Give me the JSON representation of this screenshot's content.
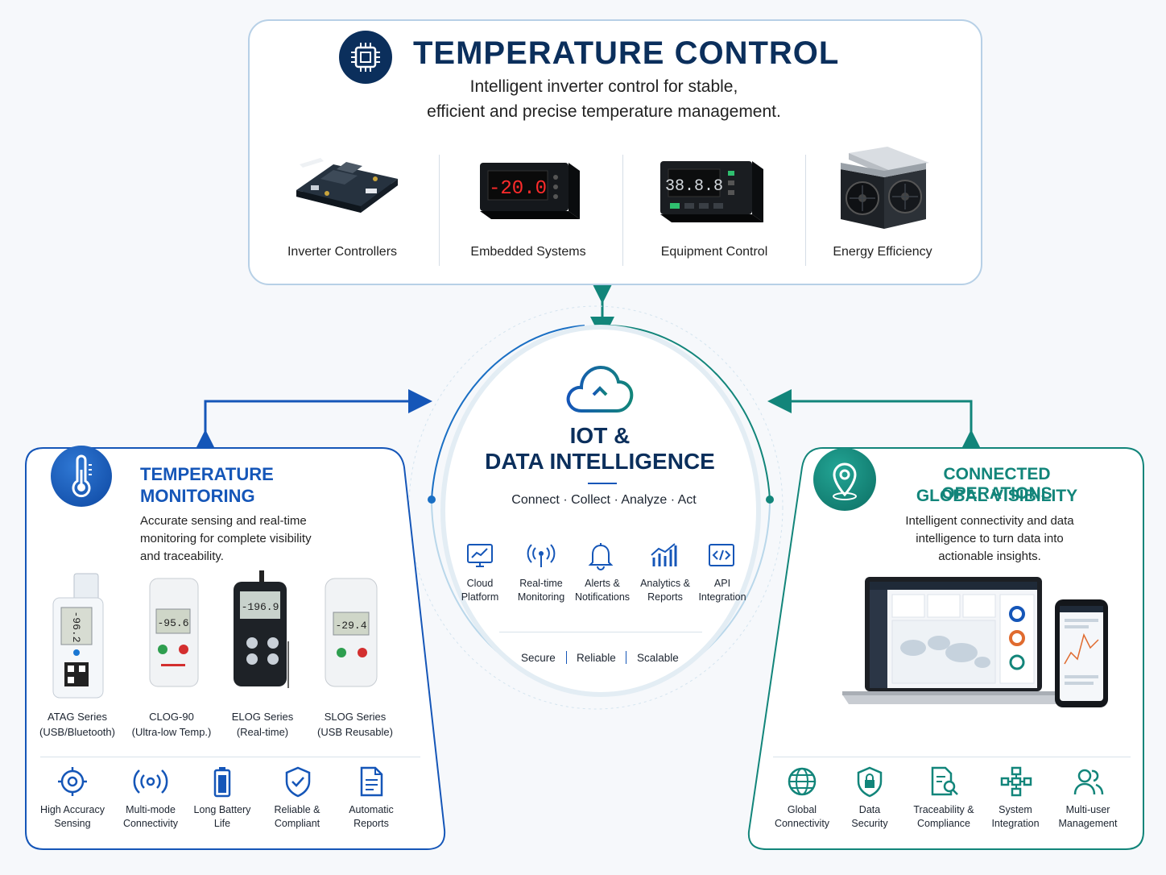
{
  "top_panel": {
    "title": "TEMPERATURE CONTROL",
    "subtitle_line1": "Intelligent inverter control for stable,",
    "subtitle_line2": "efficient and precise temperature management.",
    "products": [
      {
        "label": "Inverter Controllers",
        "icon": "circuit-board-image"
      },
      {
        "label": "Embedded Systems",
        "icon": "digital-controller-image",
        "display": "-20.0"
      },
      {
        "label": "Equipment Control",
        "icon": "panel-controller-image",
        "display": "38.8.8"
      },
      {
        "label": "Energy Efficiency",
        "icon": "inverter-fan-unit-image"
      }
    ]
  },
  "center_hub": {
    "title_line1": "IOT &",
    "title_line2": "DATA INTELLIGENCE",
    "steps": [
      "Connect",
      "Collect",
      "Analyze",
      "Act"
    ],
    "features": [
      {
        "line1": "Cloud",
        "line2": "Platform",
        "icon": "monitor-chart-icon"
      },
      {
        "line1": "Real-time",
        "line2": "Monitoring",
        "icon": "signal-broadcast-icon"
      },
      {
        "line1": "Alerts &",
        "line2": "Notifications",
        "icon": "bell-icon"
      },
      {
        "line1": "Analytics &",
        "line2": "Reports",
        "icon": "bar-chart-icon"
      },
      {
        "line1": "API",
        "line2": "Integration",
        "icon": "code-window-icon"
      }
    ],
    "qualities": [
      "Secure",
      "Reliable",
      "Scalable"
    ]
  },
  "left_panel": {
    "title_line1": "TEMPERATURE",
    "title_line2": "MONITORING",
    "desc_line1": "Accurate sensing and real-time",
    "desc_line2": "monitoring for complete visibility",
    "desc_line3": "and traceability.",
    "devices": [
      {
        "line1": "ATAG Series",
        "line2": "(USB/Bluetooth)",
        "display": "-96.2"
      },
      {
        "line1": "CLOG-90",
        "line2": "(Ultra-low Temp.)",
        "display": "-95.6"
      },
      {
        "line1": "ELOG Series",
        "line2": "(Real-time)",
        "display": "-196.9"
      },
      {
        "line1": "SLOG Series",
        "line2": "(USB Reusable)",
        "display": "-29.4"
      }
    ],
    "features": [
      {
        "line1": "High Accuracy",
        "line2": "Sensing",
        "icon": "target-icon"
      },
      {
        "line1": "Multi-mode",
        "line2": "Connectivity",
        "icon": "wireless-icon"
      },
      {
        "line1": "Long Battery",
        "line2": "Life",
        "icon": "battery-icon"
      },
      {
        "line1": "Reliable &",
        "line2": "Compliant",
        "icon": "shield-check-icon"
      },
      {
        "line1": "Automatic",
        "line2": "Reports",
        "icon": "document-icon"
      }
    ]
  },
  "right_panel": {
    "title_line1": "CONNECTED OPERATIONS",
    "title_line2": "GLOBAL VISIBILITY",
    "desc_line1": "Intelligent connectivity and data",
    "desc_line2": "intelligence to turn data into",
    "desc_line3": "actionable insights.",
    "features": [
      {
        "line1": "Global",
        "line2": "Connectivity",
        "icon": "globe-icon"
      },
      {
        "line1": "Data",
        "line2": "Security",
        "icon": "shield-lock-icon"
      },
      {
        "line1": "Traceability &",
        "line2": "Compliance",
        "icon": "document-search-icon"
      },
      {
        "line1": "System",
        "line2": "Integration",
        "icon": "network-nodes-icon"
      },
      {
        "line1": "Multi-user",
        "line2": "Management",
        "icon": "users-icon"
      }
    ]
  },
  "colors": {
    "navy": "#0b2f5c",
    "blue": "#1556b8",
    "teal": "#12857a"
  }
}
